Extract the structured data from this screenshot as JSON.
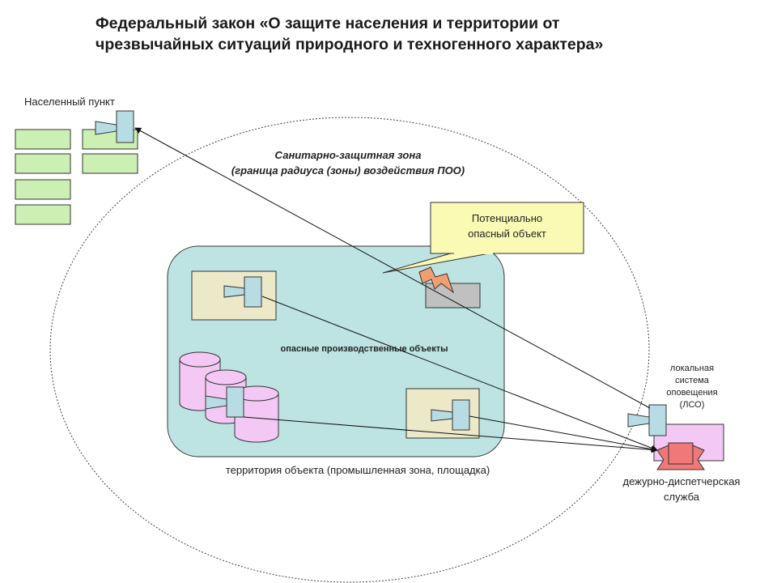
{
  "title": {
    "line1": "Федеральный закон «О защите населения и территории от",
    "line2": "чрезвычайных ситуаций природного и техногенного характера»"
  },
  "labels": {
    "settlement": "Населенный пункт",
    "sanitary_zone_line1": "Санитарно-защитная зона",
    "sanitary_zone_line2": "(граница радиуса (зоны) воздействия ПОО)",
    "hazardous_object_line1": "Потенциально",
    "hazardous_object_line2": "опасный объект",
    "hazardous_facilities": "опасные производственные объекты",
    "site_territory": "территория объекта (промышленная зона, площадка)",
    "lso_line1": "локальная",
    "lso_line2": "система",
    "lso_line3": "оповещения",
    "lso_line4": "(ЛСО)",
    "dispatch_line1": "дежурно-диспетчерская",
    "dispatch_line2": "служба"
  },
  "colors": {
    "building_green": "#ccf0b4",
    "site_teal": "#bde3e3",
    "box_khaki": "#ece8c8",
    "callout_yellow": "#fafab4",
    "tank_pink": "#f4c8f4",
    "siren_blue": "#b8dce4",
    "dispatch_red": "#f07878",
    "lightning_orange": "#f0a070",
    "gray_object": "#c0c0c0"
  }
}
